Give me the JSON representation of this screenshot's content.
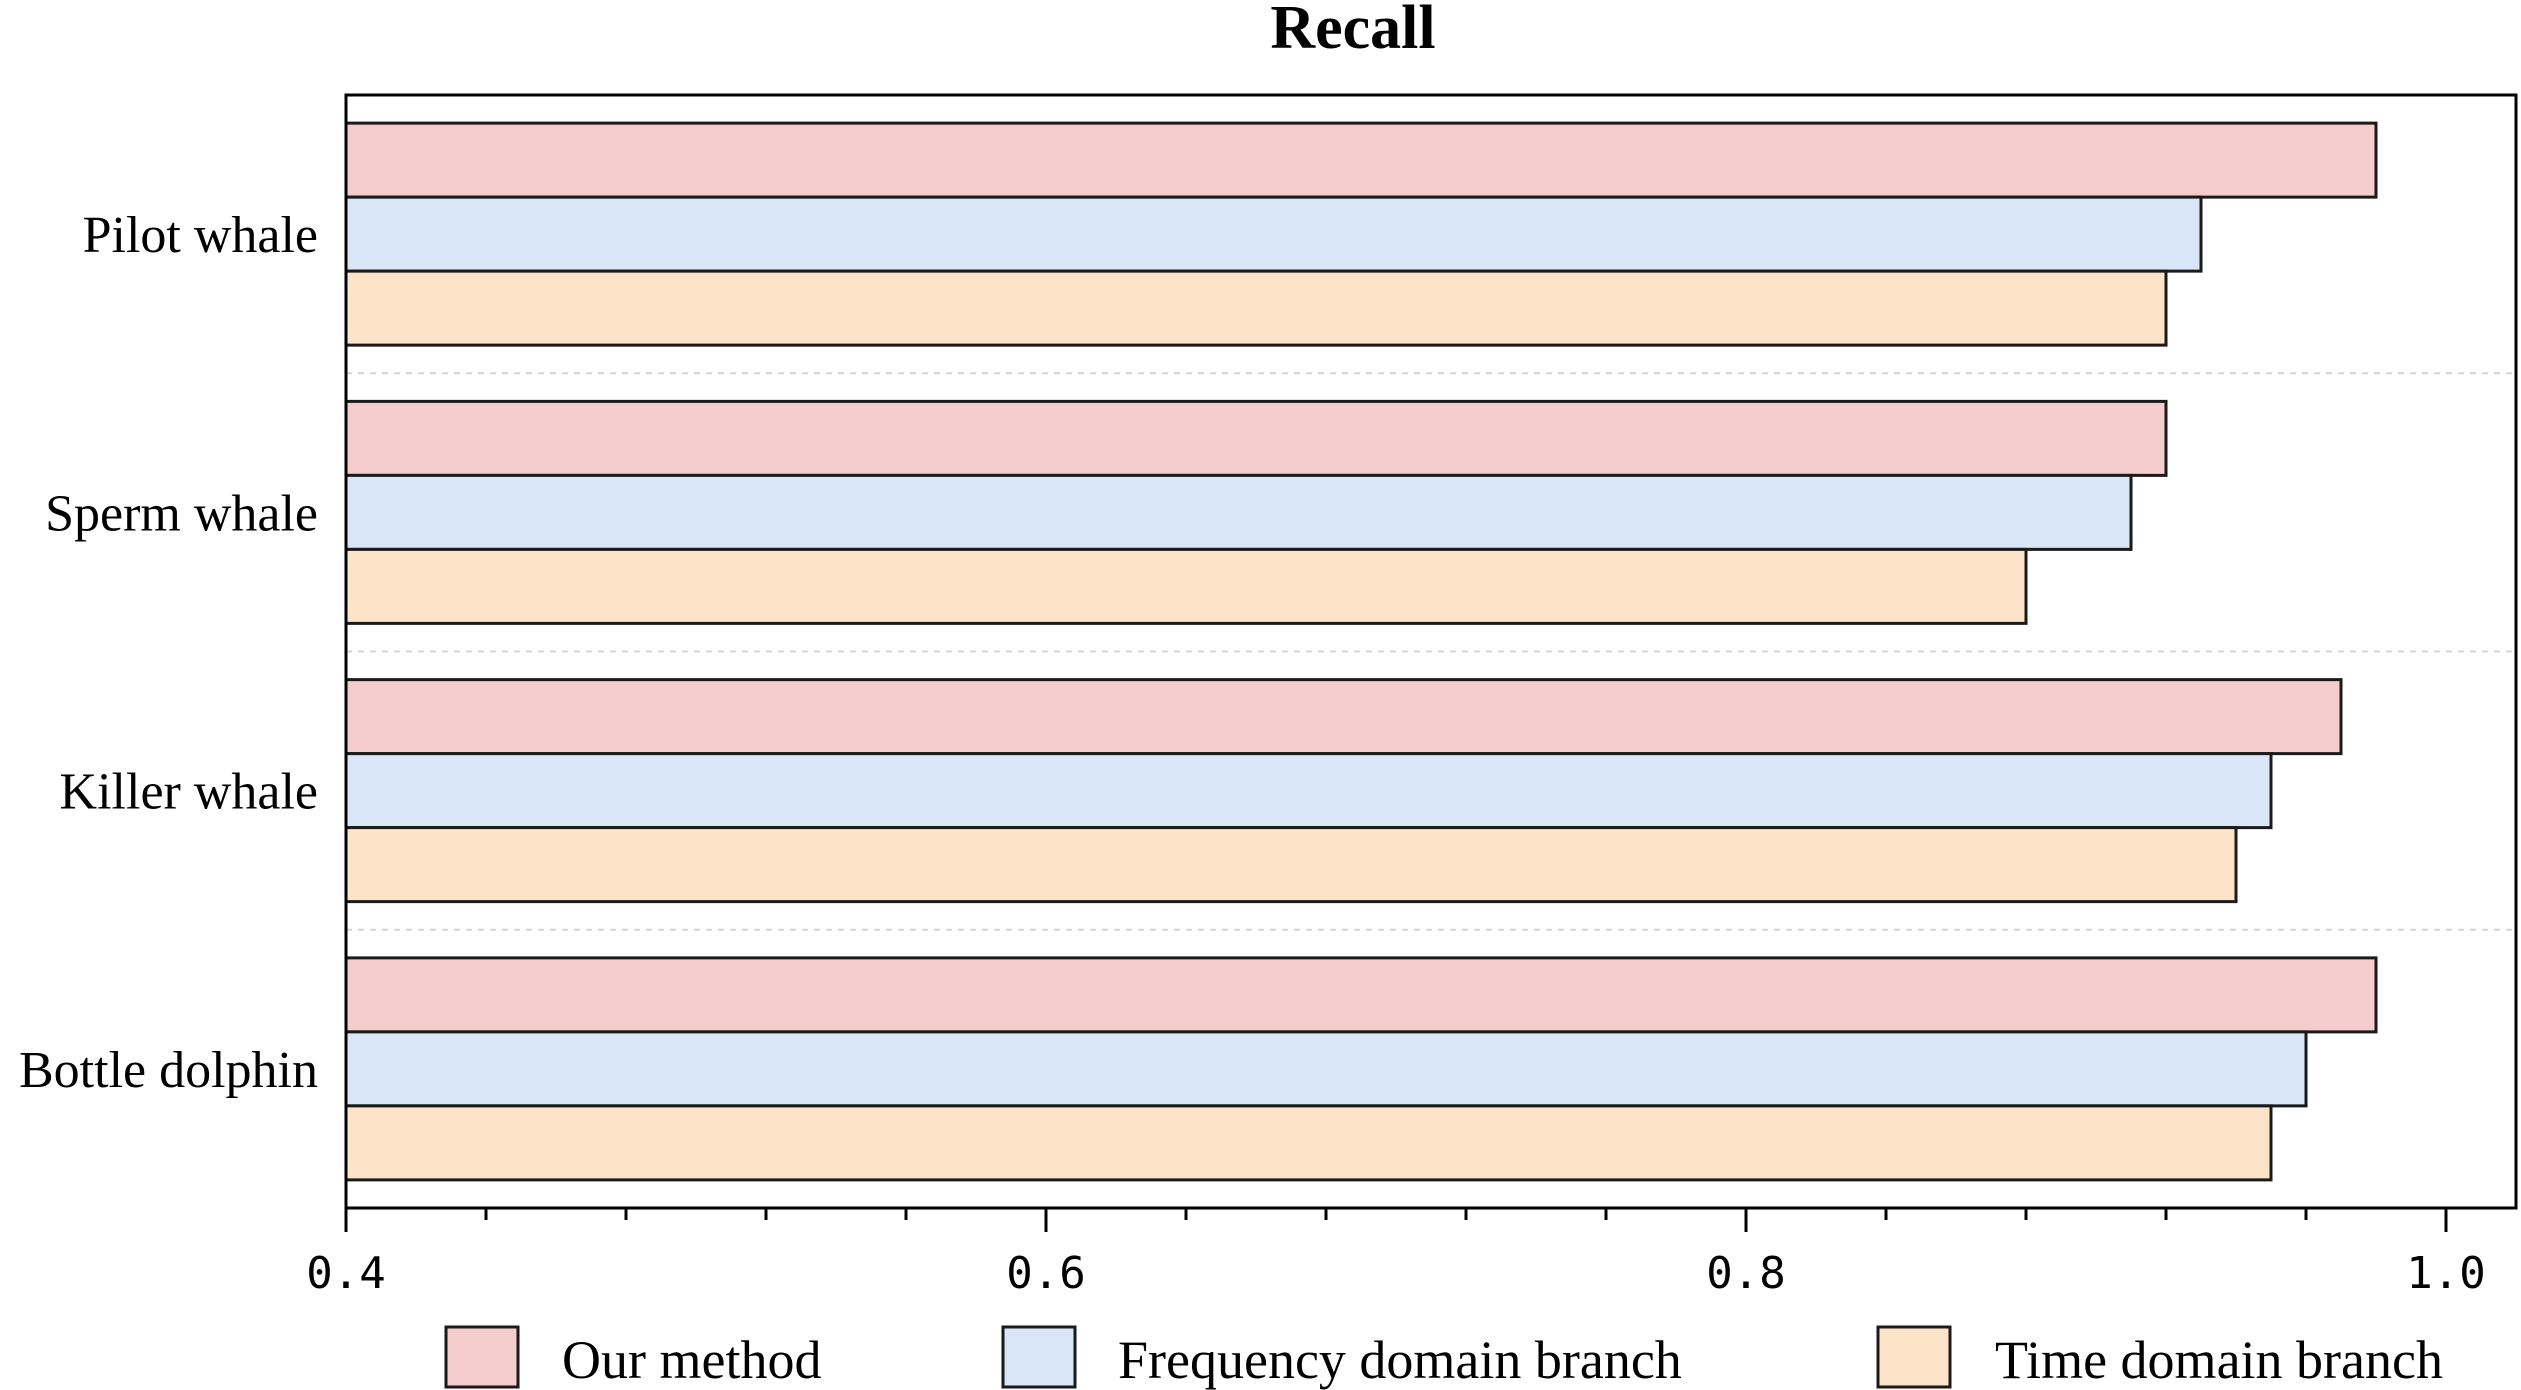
{
  "chart_data": {
    "type": "bar",
    "orientation": "horizontal",
    "title": "Recall",
    "xlabel": "",
    "ylabel": "",
    "categories": [
      "Pilot whale",
      "Sperm whale",
      "Killer whale",
      "Bottle dolphin"
    ],
    "series": [
      {
        "name": "Our method",
        "color": "#f5cccc",
        "values": [
          0.98,
          0.92,
          0.97,
          0.98
        ]
      },
      {
        "name": "Frequency domain branch",
        "color": "#d8e6f8",
        "values": [
          0.93,
          0.91,
          0.95,
          0.96
        ]
      },
      {
        "name": "Time domain branch",
        "color": "#fde3c8",
        "values": [
          0.92,
          0.88,
          0.94,
          0.95
        ]
      }
    ],
    "xlim": [
      0.4,
      1.02
    ],
    "xticks": [
      0.4,
      0.6,
      0.8,
      1.0
    ],
    "xtick_labels": [
      "0.4",
      "0.6",
      "0.8",
      "1.0"
    ],
    "grid": "dashed separators between categories",
    "legend_position": "bottom"
  }
}
